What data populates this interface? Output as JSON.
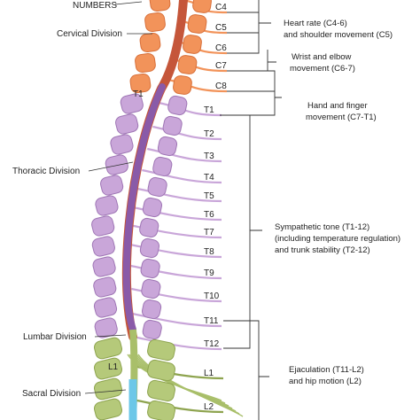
{
  "header_label": "NUMBERS",
  "divisions": {
    "cervical": "Cervical Division",
    "thoracic": "Thoracic Division",
    "lumbar": "Lumbar Division",
    "sacral": "Sacral Division"
  },
  "vertebra_labels": {
    "t1_body": "T1",
    "l1_body": "L1"
  },
  "nerve_labels": [
    "C4",
    "C5",
    "C6",
    "C7",
    "C8",
    "T1",
    "T2",
    "T3",
    "T4",
    "T5",
    "T6",
    "T7",
    "T8",
    "T9",
    "T10",
    "T11",
    "T12",
    "L1",
    "L2"
  ],
  "functions": {
    "heart_rate": [
      "Heart rate (C4-6)",
      "and shoulder movement (C5)"
    ],
    "wrist_elbow": [
      "Wrist and elbow",
      "movement (C6-7)"
    ],
    "hand_finger": [
      "Hand and finger",
      "movement (C7-T1)"
    ],
    "sympathetic": [
      "Sympathetic tone (T1-12)",
      "(including temperature regulation)",
      "and trunk stability (T2-12)"
    ],
    "ejaculation": [
      "Ejaculation (T11-L2)",
      "and hip motion (L2)"
    ]
  },
  "colors": {
    "cervical": "#f2935a",
    "cervical_dark": "#d8703a",
    "thoracic": "#c9a6d9",
    "thoracic_dark": "#9f76b5",
    "lumbar": "#b5c97a",
    "lumbar_dark": "#8ea44f",
    "cord_cervical": "#c5563a",
    "cord_thoracic": "#8a5aa8",
    "cord_lumbar": "#a9bf6a",
    "cauda": "#6cc7e8",
    "bracket": "#333333"
  }
}
